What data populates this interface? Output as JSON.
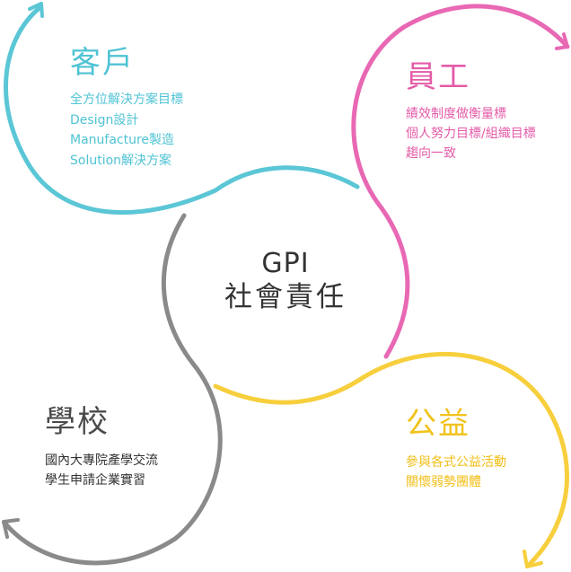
{
  "center": {
    "line1": "GPI",
    "line2": "社會責任"
  },
  "customer": {
    "title": "客戶",
    "items": [
      "全方位解決方案目標",
      "Design設計",
      "Manufacture製造",
      "Solution解決方案"
    ],
    "color": "#5bc6d6"
  },
  "employee": {
    "title": "員工",
    "items": [
      "績效制度做衡量標",
      "個人努力目標/組織目標",
      "趨向一致"
    ],
    "color": "#e868b4"
  },
  "school": {
    "title": "學校",
    "items": [
      "國內大專院產學交流",
      "學生申請企業實習"
    ],
    "color": "#8a8a8a"
  },
  "welfare": {
    "title": "公益",
    "items": [
      "參與各式公益活動",
      "關懷弱勢團體"
    ],
    "color": "#f7cf3d"
  }
}
